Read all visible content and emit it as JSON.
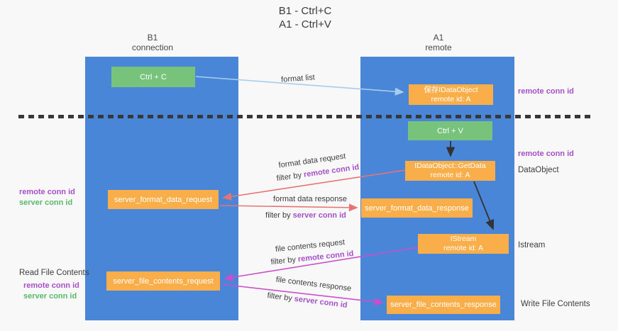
{
  "title": {
    "line1": "B1 - Ctrl+C",
    "line2": "A1 - Ctrl+V"
  },
  "lanes": {
    "b1": {
      "name": "B1",
      "role": "connection"
    },
    "a1": {
      "name": "A1",
      "role": "remote"
    }
  },
  "nodes": {
    "ctrl_c": {
      "label": "Ctrl + C"
    },
    "clipboard_store": {
      "line1": "保存IDataObject",
      "line2": "remote id: A"
    },
    "ctrl_v": {
      "label": "Ctrl + V"
    },
    "getdata": {
      "line1": "IDataObject::GetData",
      "line2": "remote id: A"
    },
    "format_request": {
      "label": "server_format_data_request"
    },
    "format_response": {
      "label": "server_format_data_response"
    },
    "istream": {
      "line1": "IStream",
      "line2": "remote id: A"
    },
    "file_request": {
      "label": "server_file_contents_request"
    },
    "file_response": {
      "label": "server_file_contents_response"
    }
  },
  "annotations": {
    "right_top_conn_id": "remote conn id",
    "right_mid_conn_id": "remote conn id",
    "dataobject": "DataObject",
    "istream": "Istream",
    "write_file": "Write File Contents",
    "left_mid_remote": "remote conn id",
    "left_mid_server": "server conn id",
    "read_file": "Read File Contents",
    "left_bottom_remote": "remote conn id",
    "left_bottom_server": "server conn id"
  },
  "flows": {
    "format_list": {
      "label": "format list"
    },
    "format_data_request": {
      "label": "format data request",
      "filter_prefix": "filter by",
      "filter_value": "remote conn id"
    },
    "format_data_response": {
      "label": "format data response",
      "filter_prefix": "filter by",
      "filter_value": "server conn id"
    },
    "file_contents_request": {
      "label": "file contents request",
      "filter_prefix": "filter by",
      "filter_value": "remote conn id"
    },
    "file_contents_response": {
      "label": "file contents response",
      "filter_prefix": "filter by",
      "filter_value": "server conn id"
    }
  },
  "colors": {
    "bg": "#f8f8f8",
    "lane": "#4a86d8",
    "green_box": "#77c37c",
    "orange_box": "#f9ae49",
    "purple": "#a650c8",
    "green_text": "#58b966",
    "red_arrow": "#e87373",
    "magenta_arrow": "#c94fcb",
    "blue_arrow": "#a6cdec",
    "dark": "#3b3b3b"
  }
}
